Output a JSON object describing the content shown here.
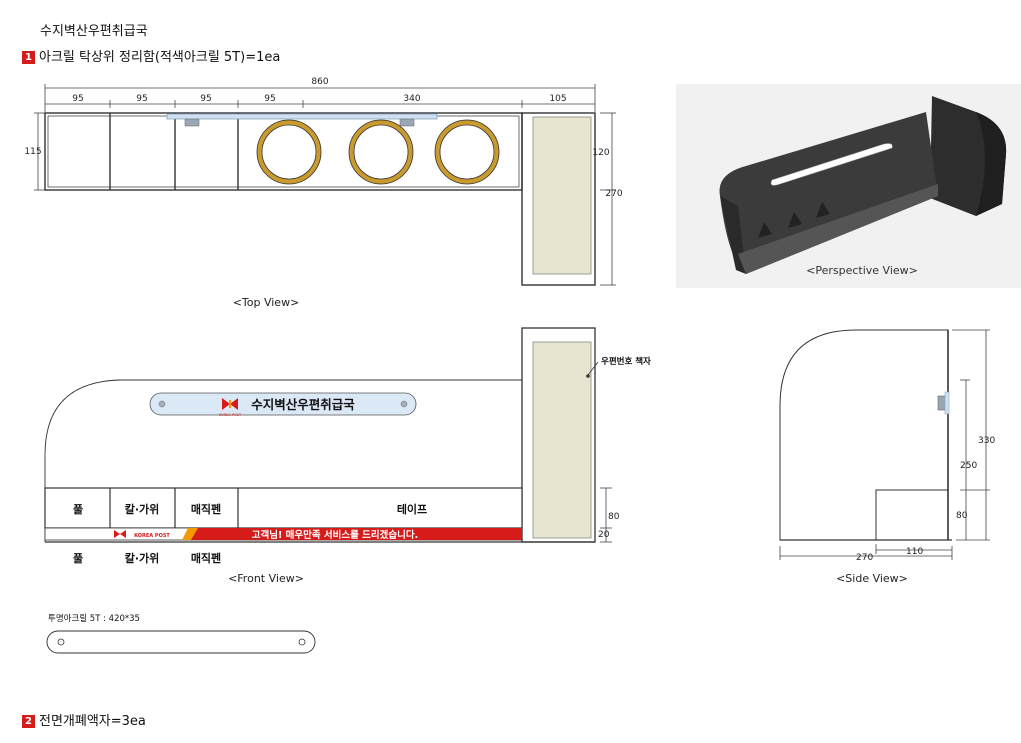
{
  "header": {
    "office": "수지벽산우편취급국",
    "item1_num": "1",
    "item1_title": "아크릴 탁상위 정리함(적색아크릴 5T)=1ea",
    "item2_num": "2",
    "item2_title": "전면개폐액자=3ea"
  },
  "top_view": {
    "caption": "<Top View>",
    "dim_total": "860",
    "dim_parts": [
      "95",
      "95",
      "95",
      "95",
      "340",
      "105"
    ],
    "dim_left": "115",
    "dim_right_a": "120",
    "dim_right_b": "270"
  },
  "perspective": {
    "caption": "<Perspective View>"
  },
  "front_view": {
    "caption": "<Front View>",
    "sign_text": "수지벽산우편취급국",
    "logo_text": "KOREA POST",
    "compartments": [
      "풀",
      "칼·가위",
      "매직펜",
      "테이프"
    ],
    "banner_text": "고객님! 매우만족 서비스를 드리겠습니다.",
    "under_labels": [
      "풀",
      "칼·가위",
      "매직펜"
    ],
    "callout": "우편번호 책자",
    "dim_a": "80",
    "dim_b": "20"
  },
  "side_view": {
    "caption": "<Side View>",
    "dim_height": "330",
    "dim_mid": "250",
    "dim_low": "80",
    "dim_depth": "270",
    "dim_inner": "110"
  },
  "acrylic": {
    "label": "투명아크릴 5T : 420*35"
  },
  "colors": {
    "accent_red": "#d61b1b",
    "ring": "#c99a2e",
    "panel": "#e7e5cf",
    "acrylic_dark": "#3a3a3a"
  }
}
